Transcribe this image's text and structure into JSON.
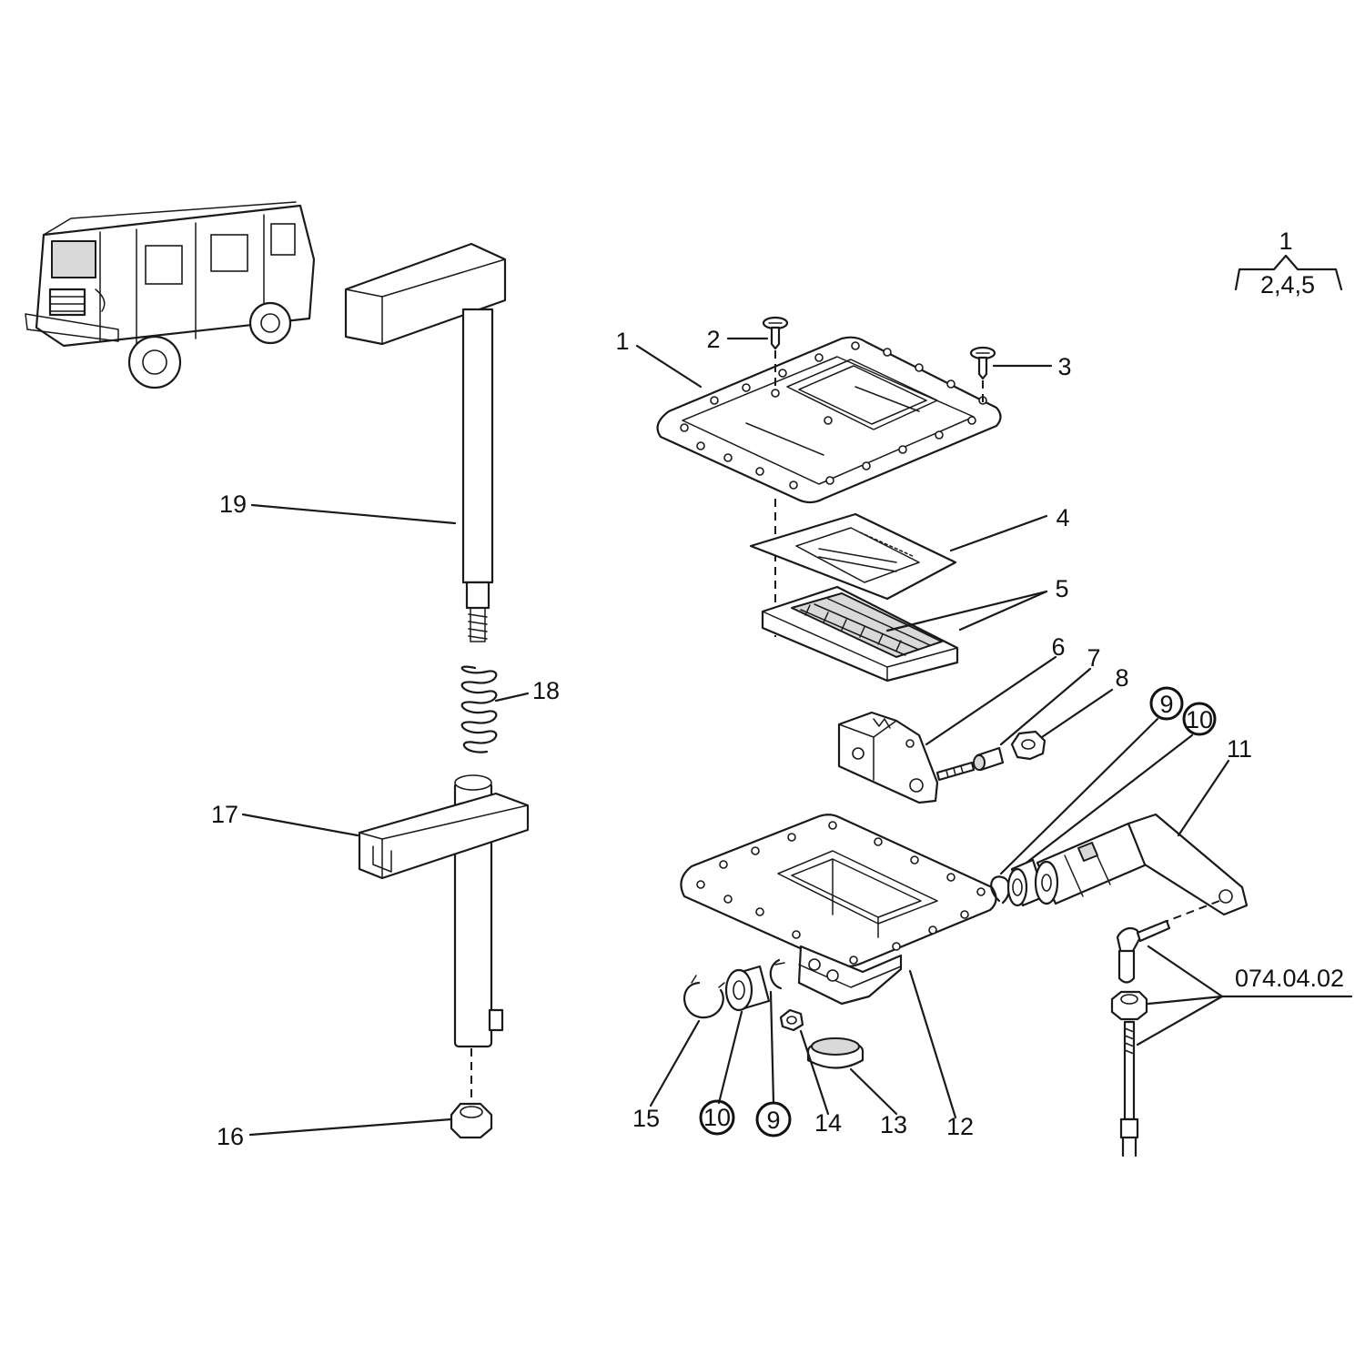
{
  "callouts": {
    "c1": "1",
    "c2": "2",
    "c3": "3",
    "c4": "4",
    "c5": "5",
    "c6": "6",
    "c7": "7",
    "c8": "8",
    "c9a": "9",
    "c10a": "10",
    "c11": "11",
    "c12": "12",
    "c13": "13",
    "c14": "14",
    "c15": "15",
    "c10b": "10",
    "c9b": "9",
    "c16": "16",
    "c17": "17",
    "c18": "18",
    "c19": "19"
  },
  "assembly_key": {
    "parent": "1",
    "children": "2,4,5"
  },
  "reference": "074.04.02"
}
